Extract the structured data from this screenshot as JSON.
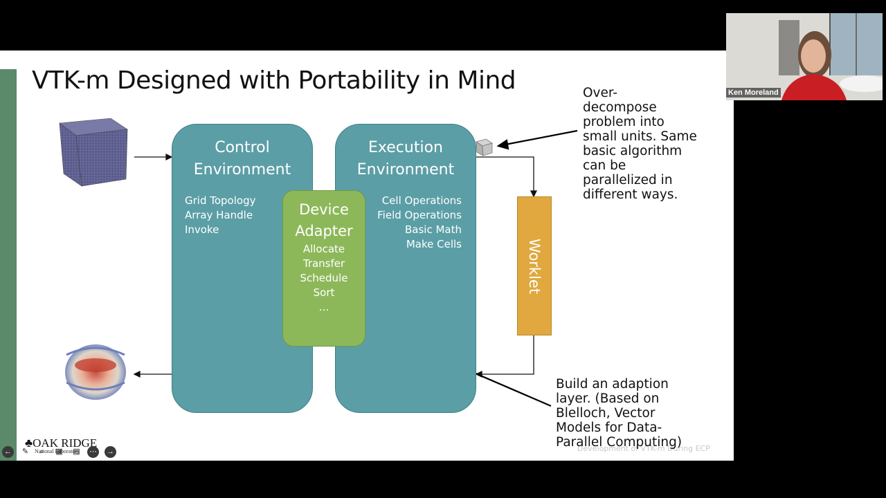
{
  "slide": {
    "title": "VTK-m Designed with Portability in Mind",
    "control_env": {
      "title_line1": "Control",
      "title_line2": "Environment",
      "items": [
        "Grid Topology",
        "Array Handle",
        "Invoke"
      ]
    },
    "execution_env": {
      "title_line1": "Execution",
      "title_line2": "Environment",
      "items": [
        "Cell Operations",
        "Field Operations",
        "Basic Math",
        "Make Cells"
      ]
    },
    "device_adapter": {
      "title_line1": "Device",
      "title_line2": "Adapter",
      "items": [
        "Allocate",
        "Transfer",
        "Schedule",
        "Sort",
        "…"
      ]
    },
    "worklet_label": "Worklet",
    "callout_top": [
      "Over-",
      "decompose",
      "problem into",
      "small units. Same",
      "basic algorithm",
      "can be",
      "parallelized in",
      "different ways."
    ],
    "callout_bottom": [
      "Build an adaption",
      "layer. (Based on",
      "Blelloch, Vector",
      "Models for Data-",
      "Parallel Computing)"
    ],
    "footer": "Development of VTK-m During ECP",
    "logo_text": "OAK RIDGE",
    "logo_subtext": "National Laboratory"
  },
  "video": {
    "participant_name": "Ken Moreland"
  },
  "controls": {
    "prev_icon": "arrow-left-icon",
    "pen_icon": "pen-icon",
    "zoom_icon": "magnifier-icon",
    "slides_icon": "slides-icon",
    "subtitles_icon": "subtitles-icon",
    "more_icon": "more-icon",
    "next_icon": "arrow-right-icon"
  },
  "colors": {
    "panel": "#5b9ea6",
    "device": "#8db85a",
    "worklet": "#e0a83e",
    "side_bar": "#5a8a6a"
  }
}
